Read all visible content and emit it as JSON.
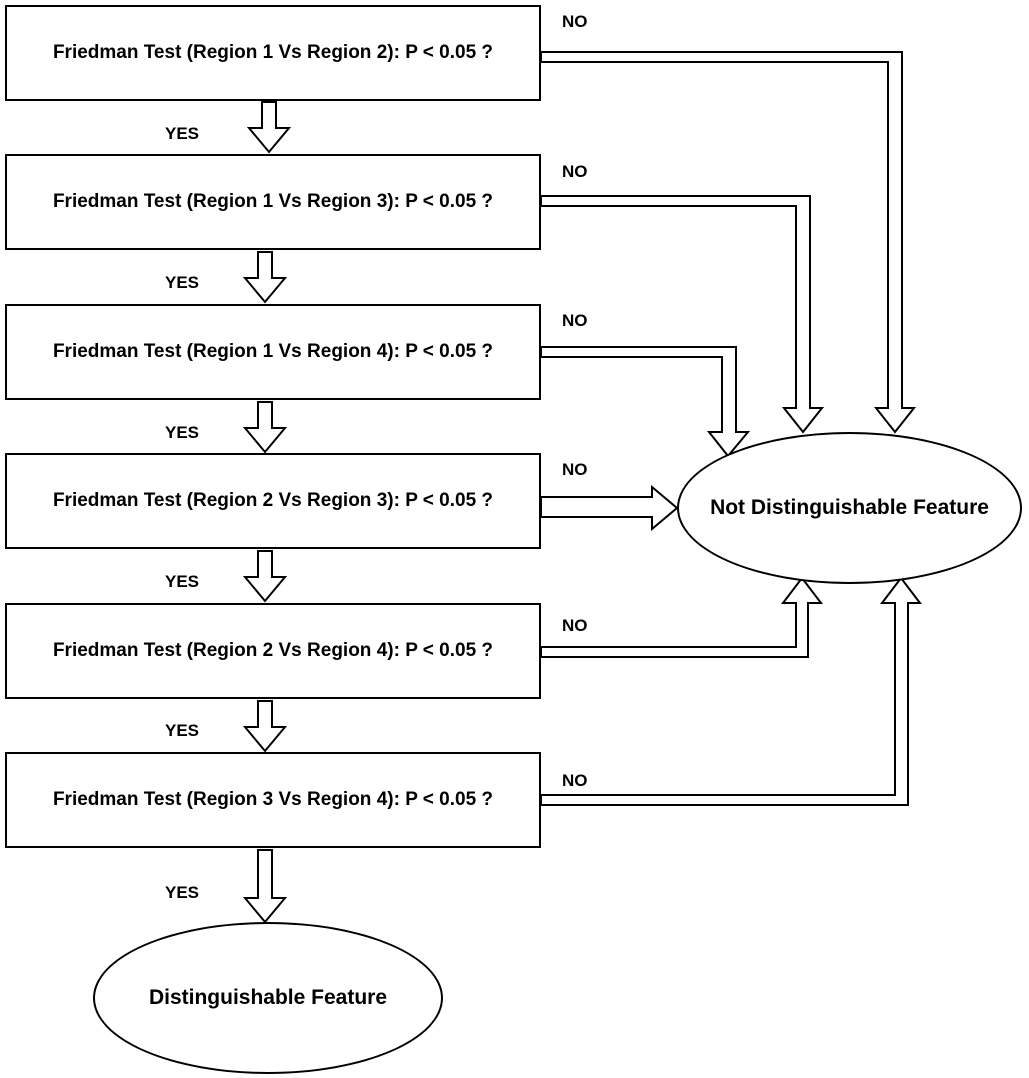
{
  "tests": [
    {
      "question": "Friedman Test (Region 1 Vs Region 2): P < 0.05 ?",
      "yes_label": "YES",
      "no_label": "NO"
    },
    {
      "question": "Friedman Test (Region 1 Vs Region 3): P < 0.05 ?",
      "yes_label": "YES",
      "no_label": "NO"
    },
    {
      "question": "Friedman Test (Region 1 Vs Region 4): P < 0.05 ?",
      "yes_label": "YES",
      "no_label": "NO"
    },
    {
      "question": "Friedman Test (Region 2 Vs Region 3): P < 0.05 ?",
      "yes_label": "YES",
      "no_label": "NO"
    },
    {
      "question": "Friedman Test (Region 2 Vs Region 4): P < 0.05 ?",
      "yes_label": "YES",
      "no_label": "NO"
    },
    {
      "question": "Friedman Test (Region 3 Vs Region 4): P < 0.05 ?",
      "yes_label": "YES",
      "no_label": "NO"
    }
  ],
  "outcomes": {
    "not_distinguishable": "Not Distinguishable Feature",
    "distinguishable": "Distinguishable Feature"
  }
}
